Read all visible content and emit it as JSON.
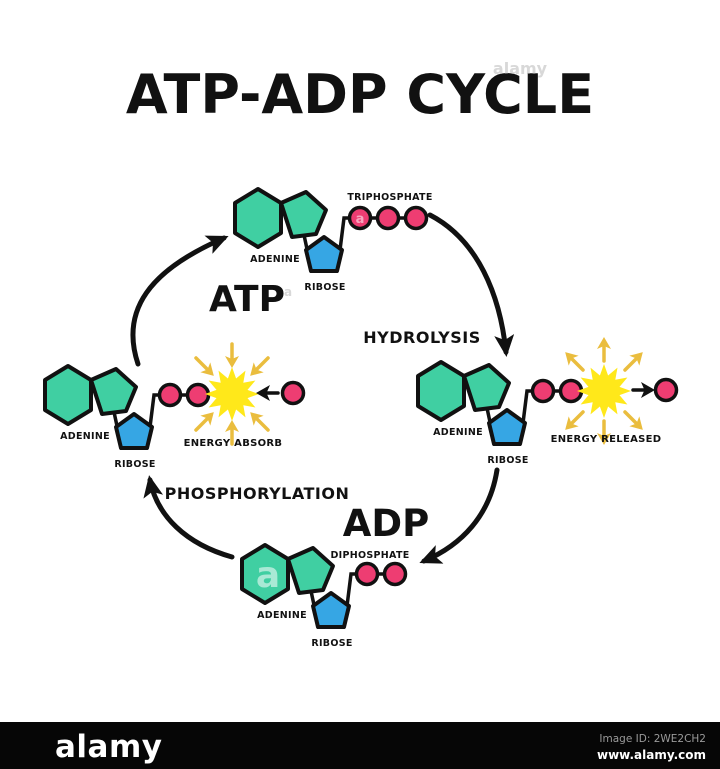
{
  "title": "ATP-ADP CYCLE",
  "colors": {
    "adenine": "#40CFA2",
    "ribose": "#36A6E4",
    "phosphate": "#EE3D72",
    "sun": "#FFE81A",
    "energy_arrow": "#EABD3E",
    "outline": "#111111",
    "bar_bg": "#060606"
  },
  "labels": {
    "atp": "ATP",
    "adp": "ADP",
    "hydrolysis": "HYDROLYSIS",
    "phosphorylation": "PHOSPHORYLATION"
  },
  "molecules": {
    "atp_top": {
      "adenine": "ADENINE",
      "ribose": "RIBOSE",
      "phosphate": "TRIPHOSPHATE",
      "phosphate_count": 3
    },
    "hydrolyzed_right": {
      "adenine": "ADENINE",
      "ribose": "RIBOSE",
      "phosphate_count": 2,
      "energy": "ENERGY RELEASED"
    },
    "adp_bottom": {
      "adenine": "ADENINE",
      "ribose": "RIBOSE",
      "phosphate": "DIPHOSPHATE",
      "phosphate_count": 2
    },
    "phosphorylating_left": {
      "adenine": "ADENINE",
      "ribose": "RIBOSE",
      "phosphate_count": 2,
      "energy": "ENERGY ABSORB"
    }
  },
  "footer": {
    "brand": "alamy",
    "image_id": "Image ID: 2WE2CH2",
    "website": "www.alamy.com"
  },
  "watermark": {
    "glyph": "a",
    "brand": "alamy"
  }
}
